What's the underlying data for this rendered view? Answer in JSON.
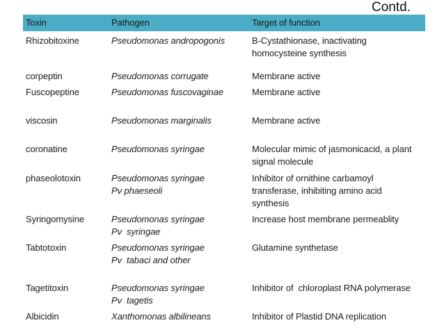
{
  "page": {
    "contd_label": "Contd."
  },
  "colors": {
    "header_bg": "#4BACC6",
    "header_text": "#1a1a1a",
    "body_text": "#1a1a1a"
  },
  "table": {
    "headers": {
      "toxin": "Toxin",
      "pathogen": "Pathogen",
      "target": "Target of function"
    },
    "rows": [
      {
        "toxin": "Rhizobitoxine",
        "pathogen": "Pseudomonas andropogonis",
        "target": "B-Cystathionase, inactivating\nhomocysteine synthesis"
      },
      {
        "toxin": "corpeptin",
        "pathogen": "Pseudomonas corrugate",
        "target": "Membrane active"
      },
      {
        "toxin": "Fuscopeptine",
        "pathogen": "Pseudomonas fuscovaginae",
        "target": "Membrane active"
      },
      {
        "toxin": "viscosin",
        "pathogen": "Pseudomonas marginalis",
        "target": "Membrane active"
      },
      {
        "toxin": "coronatine",
        "pathogen": "Pseudomonas syringae",
        "target": "Molecular mimic of jasmonicacid, a plant\nsignal molecule"
      },
      {
        "toxin": "phaseolotoxin",
        "pathogen": "Pseudomonas syringae\nPv phaeseoli",
        "target": "Inhibitor of ornithine carbamoyl\ntransferase, inhibiting amino acid\nsynthesis"
      },
      {
        "toxin": "Syringomysine",
        "pathogen": "Pseudomonas syringae\nPv  syringae",
        "target": "Increase host membrane permeablity"
      },
      {
        "toxin": "Tabtotoxin",
        "pathogen": "Pseudomonas syringae\nPv  tabaci and other",
        "target": "Glutamine synthetase"
      },
      {
        "toxin": "Tagetitoxin",
        "pathogen": "Pseudomonas syringae\nPv  tagetis",
        "target": "Inhibitor of  chloroplast RNA polymerase"
      },
      {
        "toxin": "Albicidin",
        "pathogen": "Xanthomonas albilineans",
        "target": "Inhibitor of Plastid DNA replication"
      }
    ]
  }
}
